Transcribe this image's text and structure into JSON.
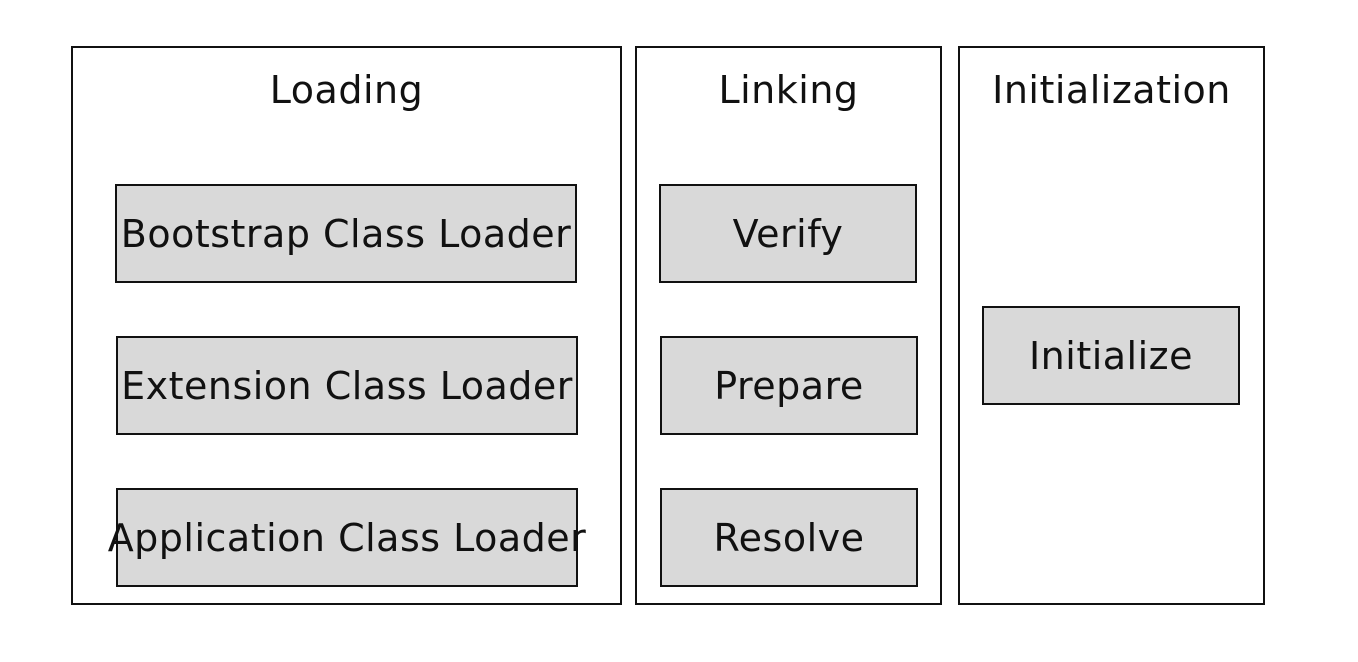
{
  "phases": {
    "loading": {
      "title": "Loading",
      "steps": [
        "Bootstrap Class Loader",
        "Extension Class Loader",
        "Application Class Loader"
      ]
    },
    "linking": {
      "title": "Linking",
      "steps": [
        "Verify",
        "Prepare",
        "Resolve"
      ]
    },
    "initialization": {
      "title": "Initialization",
      "steps": [
        "Initialize"
      ]
    }
  },
  "colors": {
    "step_fill": "#d9d9d9",
    "border": "#111111",
    "background": "#ffffff"
  }
}
